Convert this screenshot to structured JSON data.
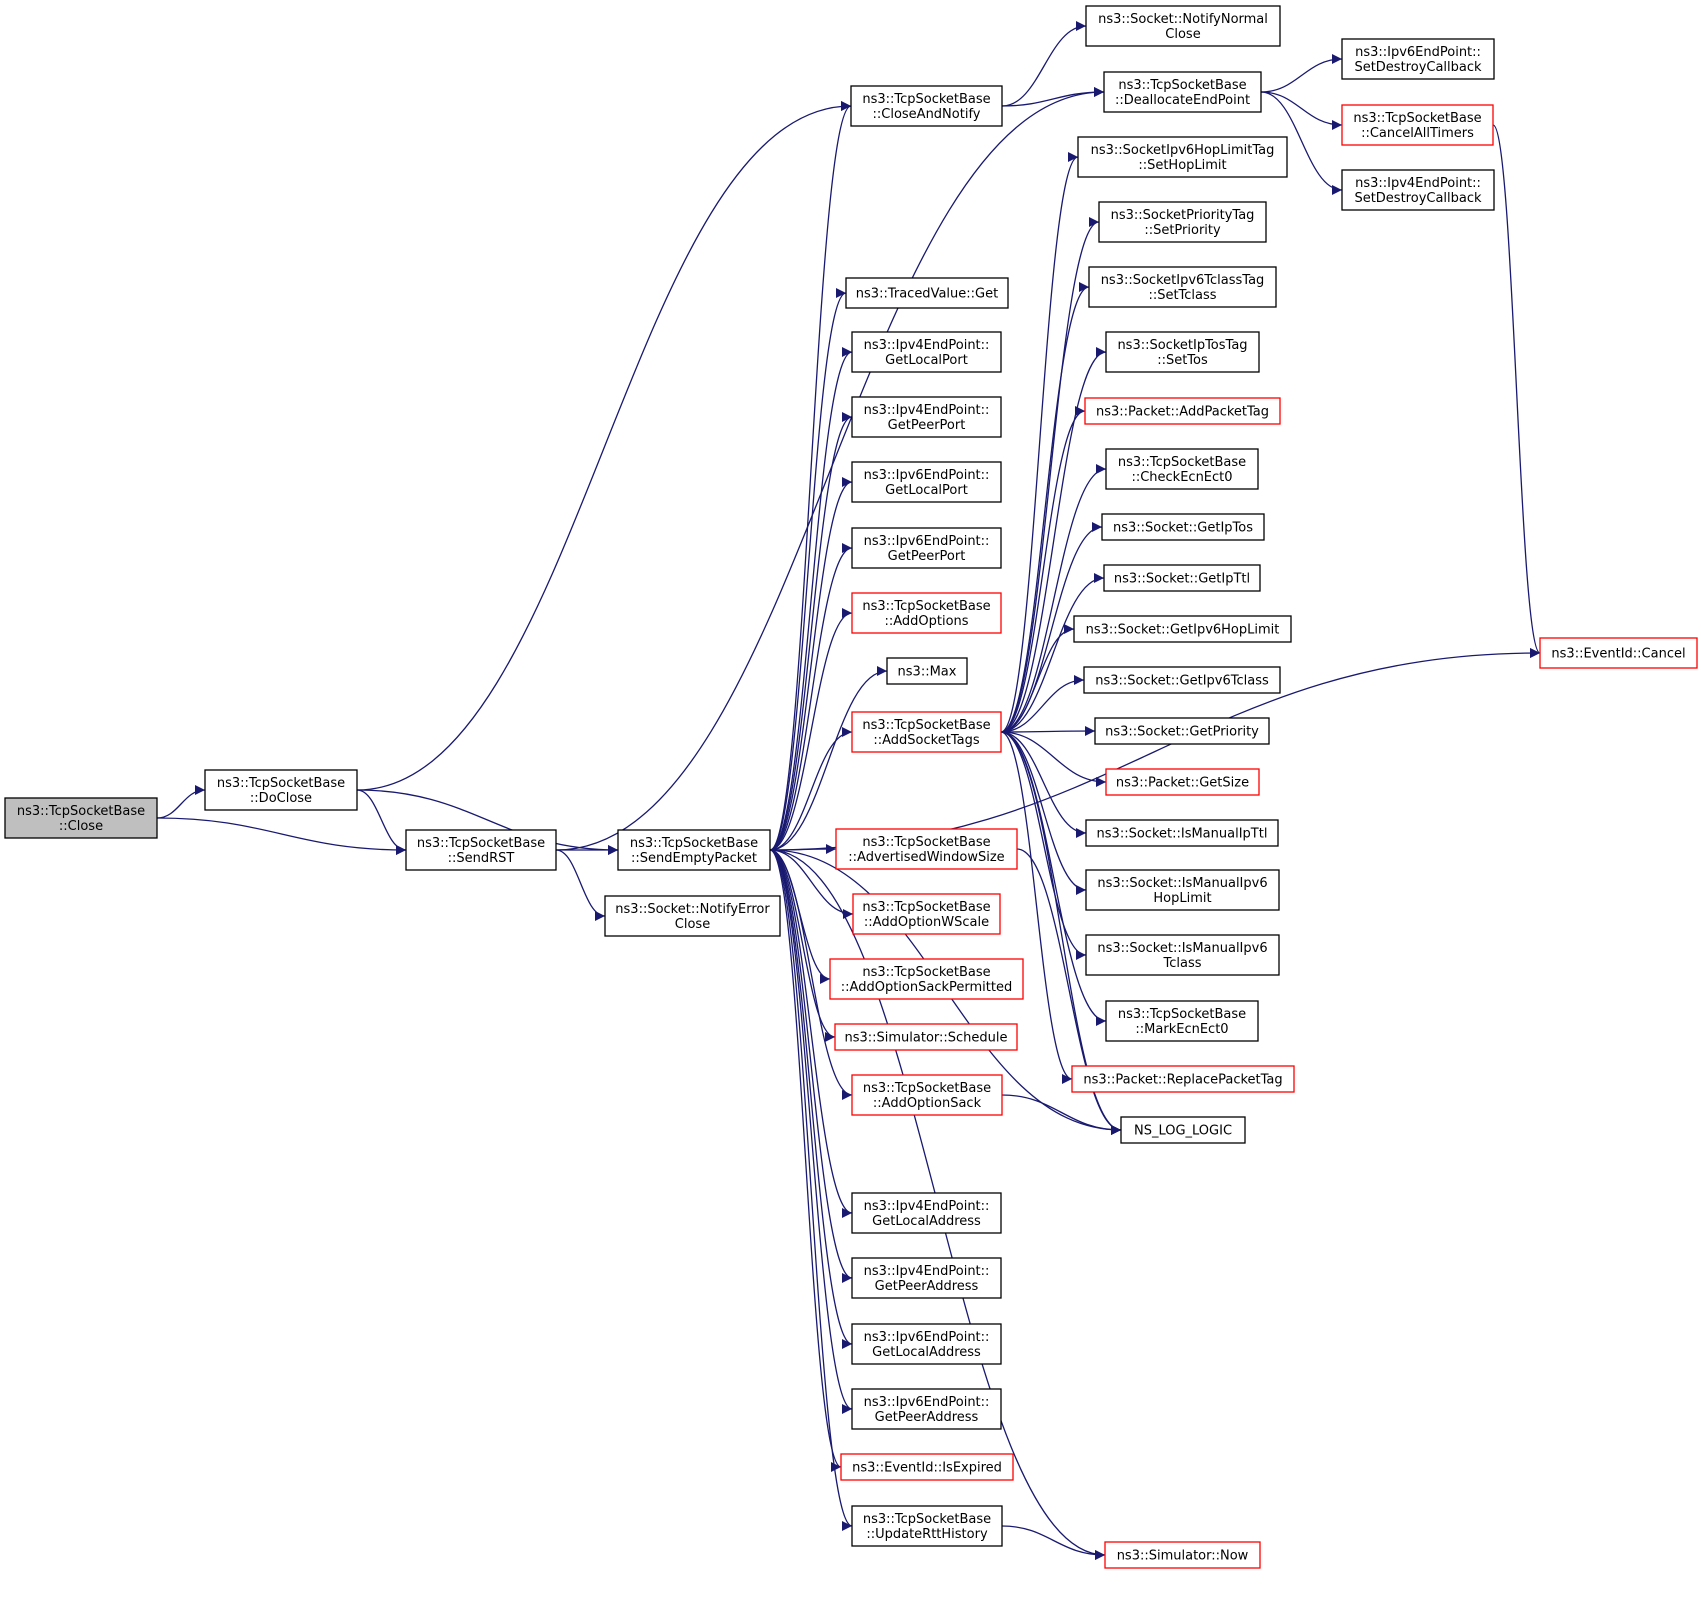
{
  "graph": {
    "title": "ns3::TcpSocketBase::Close call graph",
    "colors": {
      "edge": "#191970",
      "root_fill": "#bfbfbf",
      "normal_stroke": "#000000",
      "truncated_stroke": "#ff0000",
      "fill": "#ffffff"
    },
    "nodes": [
      {
        "id": "close",
        "lines": [
          "ns3::TcpSocketBase",
          "::Close"
        ],
        "style": "root"
      },
      {
        "id": "doclose",
        "lines": [
          "ns3::TcpSocketBase",
          "::DoClose"
        ],
        "style": "normal"
      },
      {
        "id": "sendrst",
        "lines": [
          "ns3::TcpSocketBase",
          "::SendRST"
        ],
        "style": "normal"
      },
      {
        "id": "sendempty",
        "lines": [
          "ns3::TcpSocketBase",
          "::SendEmptyPacket"
        ],
        "style": "normal"
      },
      {
        "id": "notifyerror",
        "lines": [
          "ns3::Socket::NotifyError",
          "Close"
        ],
        "style": "normal"
      },
      {
        "id": "closenotify",
        "lines": [
          "ns3::TcpSocketBase",
          "::CloseAndNotify"
        ],
        "style": "normal"
      },
      {
        "id": "notifynormal",
        "lines": [
          "ns3::Socket::NotifyNormal",
          "Close"
        ],
        "style": "normal"
      },
      {
        "id": "dealloc",
        "lines": [
          "ns3::TcpSocketBase",
          "::DeallocateEndPoint"
        ],
        "style": "normal"
      },
      {
        "id": "ipv6destroy",
        "lines": [
          "ns3::Ipv6EndPoint::",
          "SetDestroyCallback"
        ],
        "style": "normal"
      },
      {
        "id": "canceltimers",
        "lines": [
          "ns3::TcpSocketBase",
          "::CancelAllTimers"
        ],
        "style": "truncated"
      },
      {
        "id": "ipv4destroy",
        "lines": [
          "ns3::Ipv4EndPoint::",
          "SetDestroyCallback"
        ],
        "style": "normal"
      },
      {
        "id": "eventcancel",
        "lines": [
          "ns3::EventId::Cancel"
        ],
        "style": "truncated"
      },
      {
        "id": "tracedget",
        "lines": [
          "ns3::TracedValue::Get"
        ],
        "style": "normal"
      },
      {
        "id": "ipv4localport",
        "lines": [
          "ns3::Ipv4EndPoint::",
          "GetLocalPort"
        ],
        "style": "normal"
      },
      {
        "id": "ipv4peerport",
        "lines": [
          "ns3::Ipv4EndPoint::",
          "GetPeerPort"
        ],
        "style": "normal"
      },
      {
        "id": "ipv6localport",
        "lines": [
          "ns3::Ipv6EndPoint::",
          "GetLocalPort"
        ],
        "style": "normal"
      },
      {
        "id": "ipv6peerport",
        "lines": [
          "ns3::Ipv6EndPoint::",
          "GetPeerPort"
        ],
        "style": "normal"
      },
      {
        "id": "addoptions",
        "lines": [
          "ns3::TcpSocketBase",
          "::AddOptions"
        ],
        "style": "truncated"
      },
      {
        "id": "max",
        "lines": [
          "ns3::Max"
        ],
        "style": "normal"
      },
      {
        "id": "addsockettags",
        "lines": [
          "ns3::TcpSocketBase",
          "::AddSocketTags"
        ],
        "style": "truncated"
      },
      {
        "id": "advwin",
        "lines": [
          "ns3::TcpSocketBase",
          "::AdvertisedWindowSize"
        ],
        "style": "truncated"
      },
      {
        "id": "addwscale",
        "lines": [
          "ns3::TcpSocketBase",
          "::AddOptionWScale"
        ],
        "style": "truncated"
      },
      {
        "id": "addsackperm",
        "lines": [
          "ns3::TcpSocketBase",
          "::AddOptionSackPermitted"
        ],
        "style": "truncated"
      },
      {
        "id": "schedule",
        "lines": [
          "ns3::Simulator::Schedule"
        ],
        "style": "truncated"
      },
      {
        "id": "addsack",
        "lines": [
          "ns3::TcpSocketBase",
          "::AddOptionSack"
        ],
        "style": "truncated"
      },
      {
        "id": "ipv4localaddr",
        "lines": [
          "ns3::Ipv4EndPoint::",
          "GetLocalAddress"
        ],
        "style": "normal"
      },
      {
        "id": "ipv4peeraddr",
        "lines": [
          "ns3::Ipv4EndPoint::",
          "GetPeerAddress"
        ],
        "style": "normal"
      },
      {
        "id": "ipv6localaddr",
        "lines": [
          "ns3::Ipv6EndPoint::",
          "GetLocalAddress"
        ],
        "style": "normal"
      },
      {
        "id": "ipv6peeraddr",
        "lines": [
          "ns3::Ipv6EndPoint::",
          "GetPeerAddress"
        ],
        "style": "normal"
      },
      {
        "id": "isexpired",
        "lines": [
          "ns3::EventId::IsExpired"
        ],
        "style": "truncated"
      },
      {
        "id": "updatertt",
        "lines": [
          "ns3::TcpSocketBase",
          "::UpdateRttHistory"
        ],
        "style": "normal"
      },
      {
        "id": "simnow",
        "lines": [
          "ns3::Simulator::Now"
        ],
        "style": "truncated"
      },
      {
        "id": "sethoplimit",
        "lines": [
          "ns3::SocketIpv6HopLimitTag",
          "::SetHopLimit"
        ],
        "style": "normal"
      },
      {
        "id": "setpriority",
        "lines": [
          "ns3::SocketPriorityTag",
          "::SetPriority"
        ],
        "style": "normal"
      },
      {
        "id": "settclass",
        "lines": [
          "ns3::SocketIpv6TclassTag",
          "::SetTclass"
        ],
        "style": "normal"
      },
      {
        "id": "settos",
        "lines": [
          "ns3::SocketIpTosTag",
          "::SetTos"
        ],
        "style": "normal"
      },
      {
        "id": "addpackettag",
        "lines": [
          "ns3::Packet::AddPacketTag"
        ],
        "style": "truncated"
      },
      {
        "id": "checkecn",
        "lines": [
          "ns3::TcpSocketBase",
          "::CheckEcnEct0"
        ],
        "style": "normal"
      },
      {
        "id": "getiptos",
        "lines": [
          "ns3::Socket::GetIpTos"
        ],
        "style": "normal"
      },
      {
        "id": "getipttl",
        "lines": [
          "ns3::Socket::GetIpTtl"
        ],
        "style": "normal"
      },
      {
        "id": "gethoplimit",
        "lines": [
          "ns3::Socket::GetIpv6HopLimit"
        ],
        "style": "normal"
      },
      {
        "id": "gettclass",
        "lines": [
          "ns3::Socket::GetIpv6Tclass"
        ],
        "style": "normal"
      },
      {
        "id": "getpriority",
        "lines": [
          "ns3::Socket::GetPriority"
        ],
        "style": "normal"
      },
      {
        "id": "getsize",
        "lines": [
          "ns3::Packet::GetSize"
        ],
        "style": "truncated"
      },
      {
        "id": "ismanualttl",
        "lines": [
          "ns3::Socket::IsManualIpTtl"
        ],
        "style": "normal"
      },
      {
        "id": "ismanualhop",
        "lines": [
          "ns3::Socket::IsManualIpv6",
          "HopLimit"
        ],
        "style": "normal"
      },
      {
        "id": "ismanualtclass",
        "lines": [
          "ns3::Socket::IsManualIpv6",
          "Tclass"
        ],
        "style": "normal"
      },
      {
        "id": "markecn",
        "lines": [
          "ns3::TcpSocketBase",
          "::MarkEcnEct0"
        ],
        "style": "normal"
      },
      {
        "id": "replacetag",
        "lines": [
          "ns3::Packet::ReplacePacketTag"
        ],
        "style": "truncated"
      },
      {
        "id": "nslog",
        "lines": [
          "NS_LOG_LOGIC"
        ],
        "style": "normal"
      }
    ],
    "edges": [
      [
        "close",
        "doclose"
      ],
      [
        "close",
        "sendrst"
      ],
      [
        "doclose",
        "closenotify"
      ],
      [
        "doclose",
        "sendrst"
      ],
      [
        "doclose",
        "sendempty"
      ],
      [
        "sendrst",
        "dealloc"
      ],
      [
        "sendrst",
        "sendempty"
      ],
      [
        "sendrst",
        "notifyerror"
      ],
      [
        "closenotify",
        "notifynormal"
      ],
      [
        "closenotify",
        "dealloc"
      ],
      [
        "dealloc",
        "ipv6destroy"
      ],
      [
        "dealloc",
        "canceltimers"
      ],
      [
        "dealloc",
        "ipv4destroy"
      ],
      [
        "canceltimers",
        "eventcancel"
      ],
      [
        "sendempty",
        "closenotify"
      ],
      [
        "sendempty",
        "tracedget"
      ],
      [
        "sendempty",
        "ipv4localport"
      ],
      [
        "sendempty",
        "ipv4peerport"
      ],
      [
        "sendempty",
        "ipv6localport"
      ],
      [
        "sendempty",
        "ipv6peerport"
      ],
      [
        "sendempty",
        "addoptions"
      ],
      [
        "sendempty",
        "max"
      ],
      [
        "sendempty",
        "addsockettags"
      ],
      [
        "sendempty",
        "nslog"
      ],
      [
        "sendempty",
        "advwin"
      ],
      [
        "sendempty",
        "addwscale"
      ],
      [
        "sendempty",
        "addsackperm"
      ],
      [
        "sendempty",
        "schedule"
      ],
      [
        "sendempty",
        "addsack"
      ],
      [
        "sendempty",
        "eventcancel"
      ],
      [
        "sendempty",
        "ipv4localaddr"
      ],
      [
        "sendempty",
        "ipv4peeraddr"
      ],
      [
        "sendempty",
        "ipv6localaddr"
      ],
      [
        "sendempty",
        "ipv6peeraddr"
      ],
      [
        "sendempty",
        "isexpired"
      ],
      [
        "sendempty",
        "updatertt"
      ],
      [
        "sendempty",
        "simnow"
      ],
      [
        "advwin",
        "nslog"
      ],
      [
        "addsack",
        "nslog"
      ],
      [
        "updatertt",
        "simnow"
      ],
      [
        "addsockettags",
        "sethoplimit"
      ],
      [
        "addsockettags",
        "setpriority"
      ],
      [
        "addsockettags",
        "settclass"
      ],
      [
        "addsockettags",
        "settos"
      ],
      [
        "addsockettags",
        "addpackettag"
      ],
      [
        "addsockettags",
        "checkecn"
      ],
      [
        "addsockettags",
        "getiptos"
      ],
      [
        "addsockettags",
        "getipttl"
      ],
      [
        "addsockettags",
        "gethoplimit"
      ],
      [
        "addsockettags",
        "gettclass"
      ],
      [
        "addsockettags",
        "getpriority"
      ],
      [
        "addsockettags",
        "getsize"
      ],
      [
        "addsockettags",
        "ismanualttl"
      ],
      [
        "addsockettags",
        "ismanualhop"
      ],
      [
        "addsockettags",
        "ismanualtclass"
      ],
      [
        "addsockettags",
        "markecn"
      ],
      [
        "addsockettags",
        "replacetag"
      ],
      [
        "addsockettags",
        "nslog"
      ]
    ]
  }
}
